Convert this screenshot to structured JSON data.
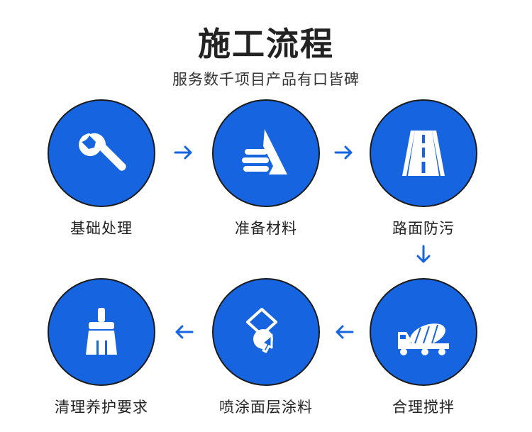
{
  "title": "施工流程",
  "subtitle": "服务数千项目产品有口皆碑",
  "colors": {
    "circle": "#1764e1",
    "arrow": "#1764e1",
    "icon": "#ffffff"
  },
  "steps": [
    {
      "label": "基础处理",
      "icon": "wrench-icon"
    },
    {
      "label": "准备材料",
      "icon": "material-stack-icon"
    },
    {
      "label": "路面防污",
      "icon": "road-icon"
    },
    {
      "label": "合理搅拌",
      "icon": "mixer-truck-icon"
    },
    {
      "label": "喷涂面层涂料",
      "icon": "spray-icon"
    },
    {
      "label": "清理养护要求",
      "icon": "brush-icon"
    }
  ],
  "arrows": [
    "right",
    "right",
    "down",
    "left",
    "left"
  ]
}
